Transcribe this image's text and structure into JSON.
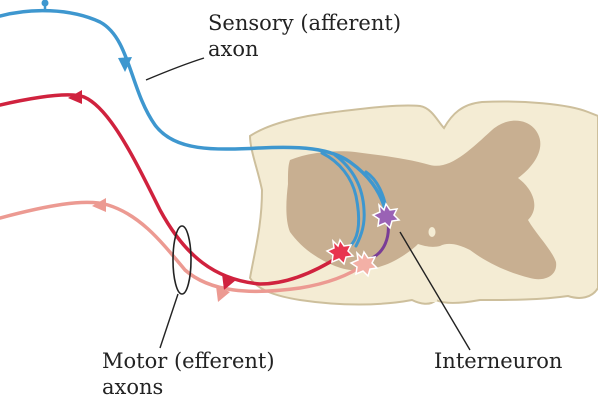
{
  "labels": {
    "sensory_line1": "Sensory (afferent)",
    "sensory_line2": "axon",
    "motor_line1": "Motor (efferent)",
    "motor_line2": "axons",
    "interneuron": "Interneuron"
  },
  "colors": {
    "background": "#ffffff",
    "spinal_cord_white_matter": "#f4ecd4",
    "spinal_cord_outline": "#cdbf9c",
    "gray_matter": "#bfa485",
    "sensory_axon": "#3e97cf",
    "motor_axon_red": "#d0223e",
    "motor_axon_pink": "#ec9a92",
    "interneuron": "#7a3d96",
    "leader_lines": "#222222",
    "label_text": "#222222"
  },
  "icons": [
    "arrow-icon",
    "star-neuron-icon"
  ]
}
